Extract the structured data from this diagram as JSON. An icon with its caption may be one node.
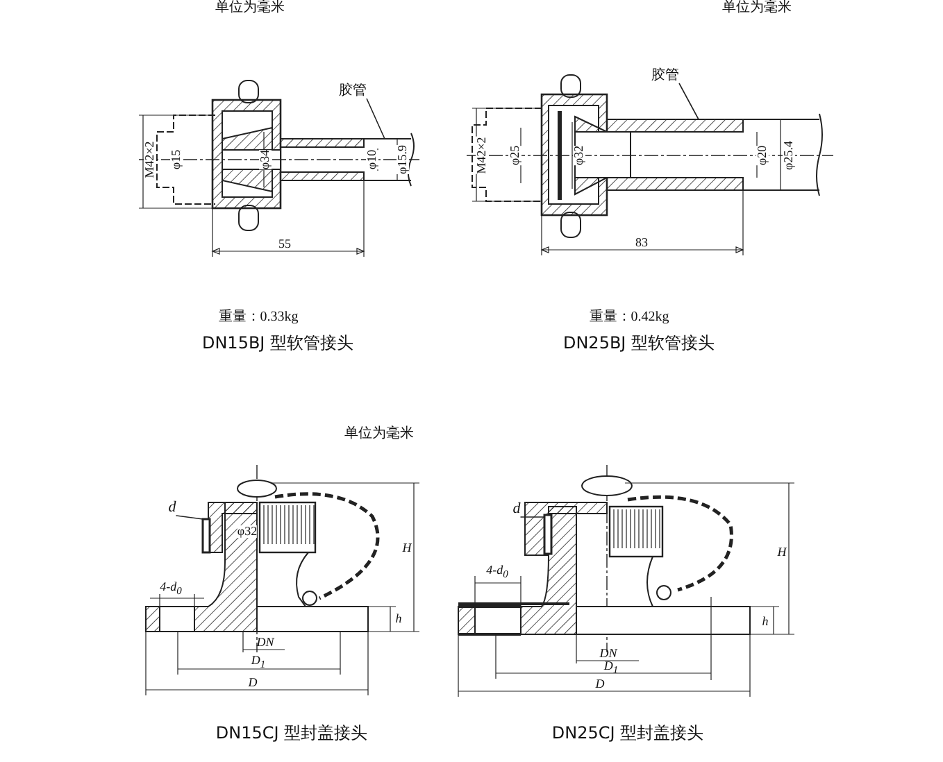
{
  "diagram": {
    "nodes": [
      {
        "text": [
          "胶管"
        ]
      },
      {
        "text": [
          "胶管"
        ]
      },
      {
        "text": [
          "d"
        ]
      },
      {
        "text": [
          "d"
        ]
      },
      {
        "text": [],
        "shape": "box"
      },
      {
        "text": [],
        "shape": "box"
      }
    ],
    "edges": [
      {
        "from": 0,
        "to": null,
        "arrow": "none"
      },
      {
        "from": 1,
        "to": null,
        "arrow": "none"
      },
      {
        "from": 2,
        "to": 4,
        "arrow": "none"
      },
      {
        "from": 3,
        "to": 5,
        "arrow": "none"
      }
    ],
    "labels": [
      "单位为毫米",
      "单位为毫米",
      "M42×2",
      "φ15",
      "φ34",
      "φ10",
      "φ15.9",
      "55",
      "M42×2",
      "φ25",
      "φ32",
      "φ20",
      "φ25.4",
      "83",
      "重量：0.33kg",
      "DN15BJ 型软管接头",
      "重量：0.42kg",
      "DN25BJ 型软管接头",
      "单位为毫米",
      "φ32",
      "4-d$_{0}$",
      "H",
      "h",
      "DN",
      "D$_{1}$",
      "D",
      "4-d$_{0}$",
      "H",
      "h",
      "DN",
      "D$_{1}$",
      "D",
      "DN15CJ 型封盖接头",
      "DN25CJ 型封盖接头"
    ]
  }
}
